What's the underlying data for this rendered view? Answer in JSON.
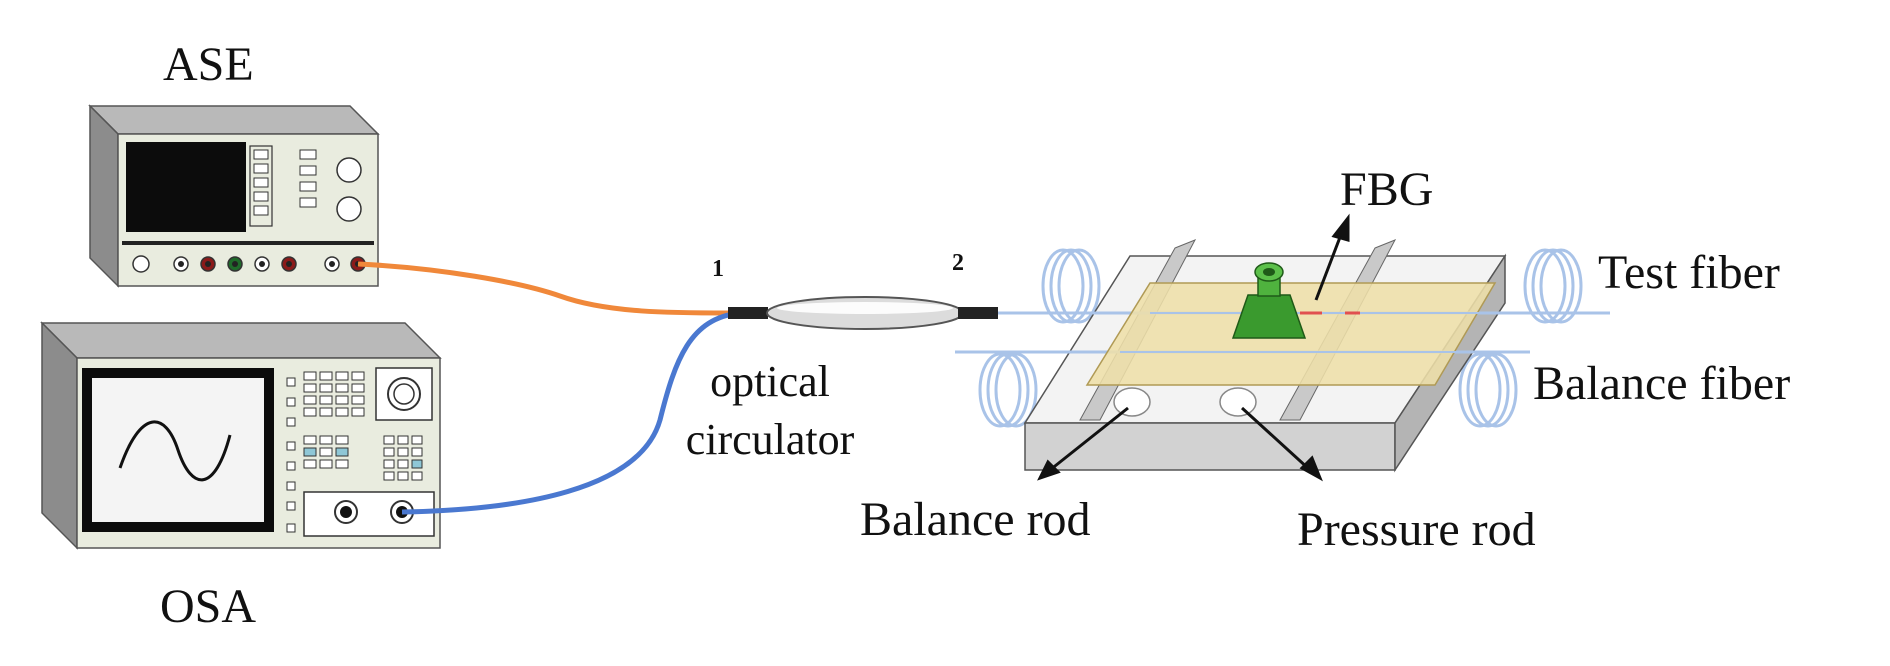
{
  "labels": {
    "ase": "ASE",
    "osa": "OSA",
    "fbg": "FBG",
    "port1": "1",
    "port2": "2",
    "circulator_line1": "optical",
    "circulator_line2": "circulator",
    "test_fiber": "Test fiber",
    "balance_fiber": "Balance fiber",
    "balance_rod": "Balance rod",
    "pressure_rod": "Pressure rod"
  },
  "colors": {
    "instrument_panel": "#e9ecdf",
    "instrument_side": "#8c8c8c",
    "instrument_top": "#b5b5b5",
    "screen": "#0c0c0c",
    "ase_fiber": "#f0883a",
    "osa_fiber": "#4a78d0",
    "test_fiber": "#a9c3e8",
    "plate": "#eedfa8",
    "base_top": "#f3f3f3",
    "base_side": "#c8c8c8",
    "weight": "#3a9a2e",
    "knob_red": "#8b1a1a",
    "knob_green": "#1f6b2a"
  },
  "icons": [
    "ase-instrument-icon",
    "osa-instrument-icon",
    "optical-circulator-icon",
    "weight-icon"
  ]
}
